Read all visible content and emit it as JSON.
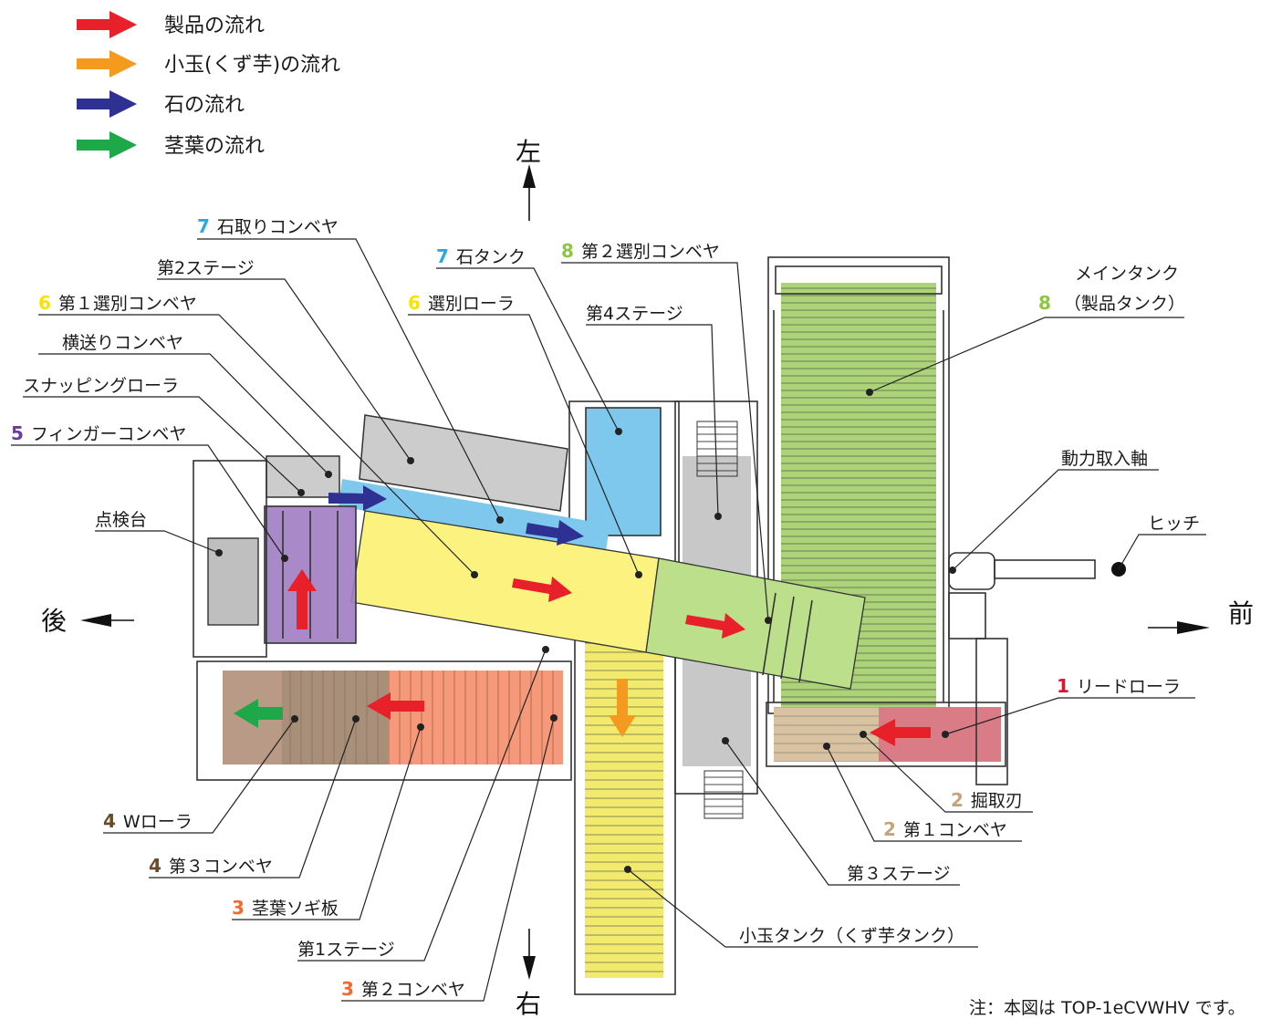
{
  "legend": [
    {
      "label": "製品の流れ",
      "color": "#e8202a"
    },
    {
      "label": "小玉(くず芋)の流れ",
      "color": "#f39a1f"
    },
    {
      "label": "石の流れ",
      "color": "#2e3192"
    },
    {
      "label": "茎葉の流れ",
      "color": "#1ea84a"
    }
  ],
  "directions": {
    "left": "左",
    "right": "右",
    "rear": "後",
    "front": "前"
  },
  "number_colors": {
    "1": "#d7172f",
    "2": "#c4a47c",
    "3": "#f26a2f",
    "4": "#6b4a2a",
    "5": "#6a3d97",
    "6": "#ffe100",
    "7": "#29abe2",
    "8": "#8dc63f"
  },
  "labels": {
    "stone_conveyor": {
      "num": "7",
      "text": "石取りコンベヤ"
    },
    "stage2": {
      "num": "",
      "text": "第2ステージ"
    },
    "sort_conveyor1": {
      "num": "6",
      "text": "第１選別コンベヤ"
    },
    "cross_conveyor": {
      "num": "",
      "text": "横送りコンベヤ"
    },
    "snapping_roller": {
      "num": "",
      "text": "スナッピングローラ"
    },
    "finger_conveyor": {
      "num": "5",
      "text": "フィンガーコンベヤ"
    },
    "inspection": {
      "num": "",
      "text": "点検台"
    },
    "stone_tank": {
      "num": "7",
      "text": "石タンク"
    },
    "sort_roller": {
      "num": "6",
      "text": "選別ローラ"
    },
    "stage4": {
      "num": "",
      "text": "第4ステージ"
    },
    "sort_conveyor2": {
      "num": "8",
      "text": "第２選別コンベヤ"
    },
    "main_tank": {
      "num": "8",
      "text": "メインタンク",
      "text2": "（製品タンク）"
    },
    "pto": {
      "num": "",
      "text": "動力取入軸"
    },
    "hitch": {
      "num": "",
      "text": "ヒッチ"
    },
    "lead_roller": {
      "num": "1",
      "text": "リードローラ"
    },
    "digging_blade": {
      "num": "2",
      "text": "掘取刃"
    },
    "conveyor1": {
      "num": "2",
      "text": "第１コンベヤ"
    },
    "stage3": {
      "num": "",
      "text": "第３ステージ"
    },
    "small_tank": {
      "num": "",
      "text": "小玉タンク（くず芋タンク）"
    },
    "w_roller": {
      "num": "4",
      "text": "Wローラ"
    },
    "conveyor3": {
      "num": "4",
      "text": "第３コンベヤ"
    },
    "stem_plate": {
      "num": "3",
      "text": "茎葉ソギ板"
    },
    "stage1": {
      "num": "",
      "text": "第1ステージ"
    },
    "conveyor2": {
      "num": "3",
      "text": "第２コンベヤ"
    }
  },
  "note": "注：本図は TOP-1eCVWHV です。",
  "icons": [
    "arrow-right-icon",
    "arrow-up-icon",
    "arrow-down-icon",
    "arrow-left-icon"
  ]
}
